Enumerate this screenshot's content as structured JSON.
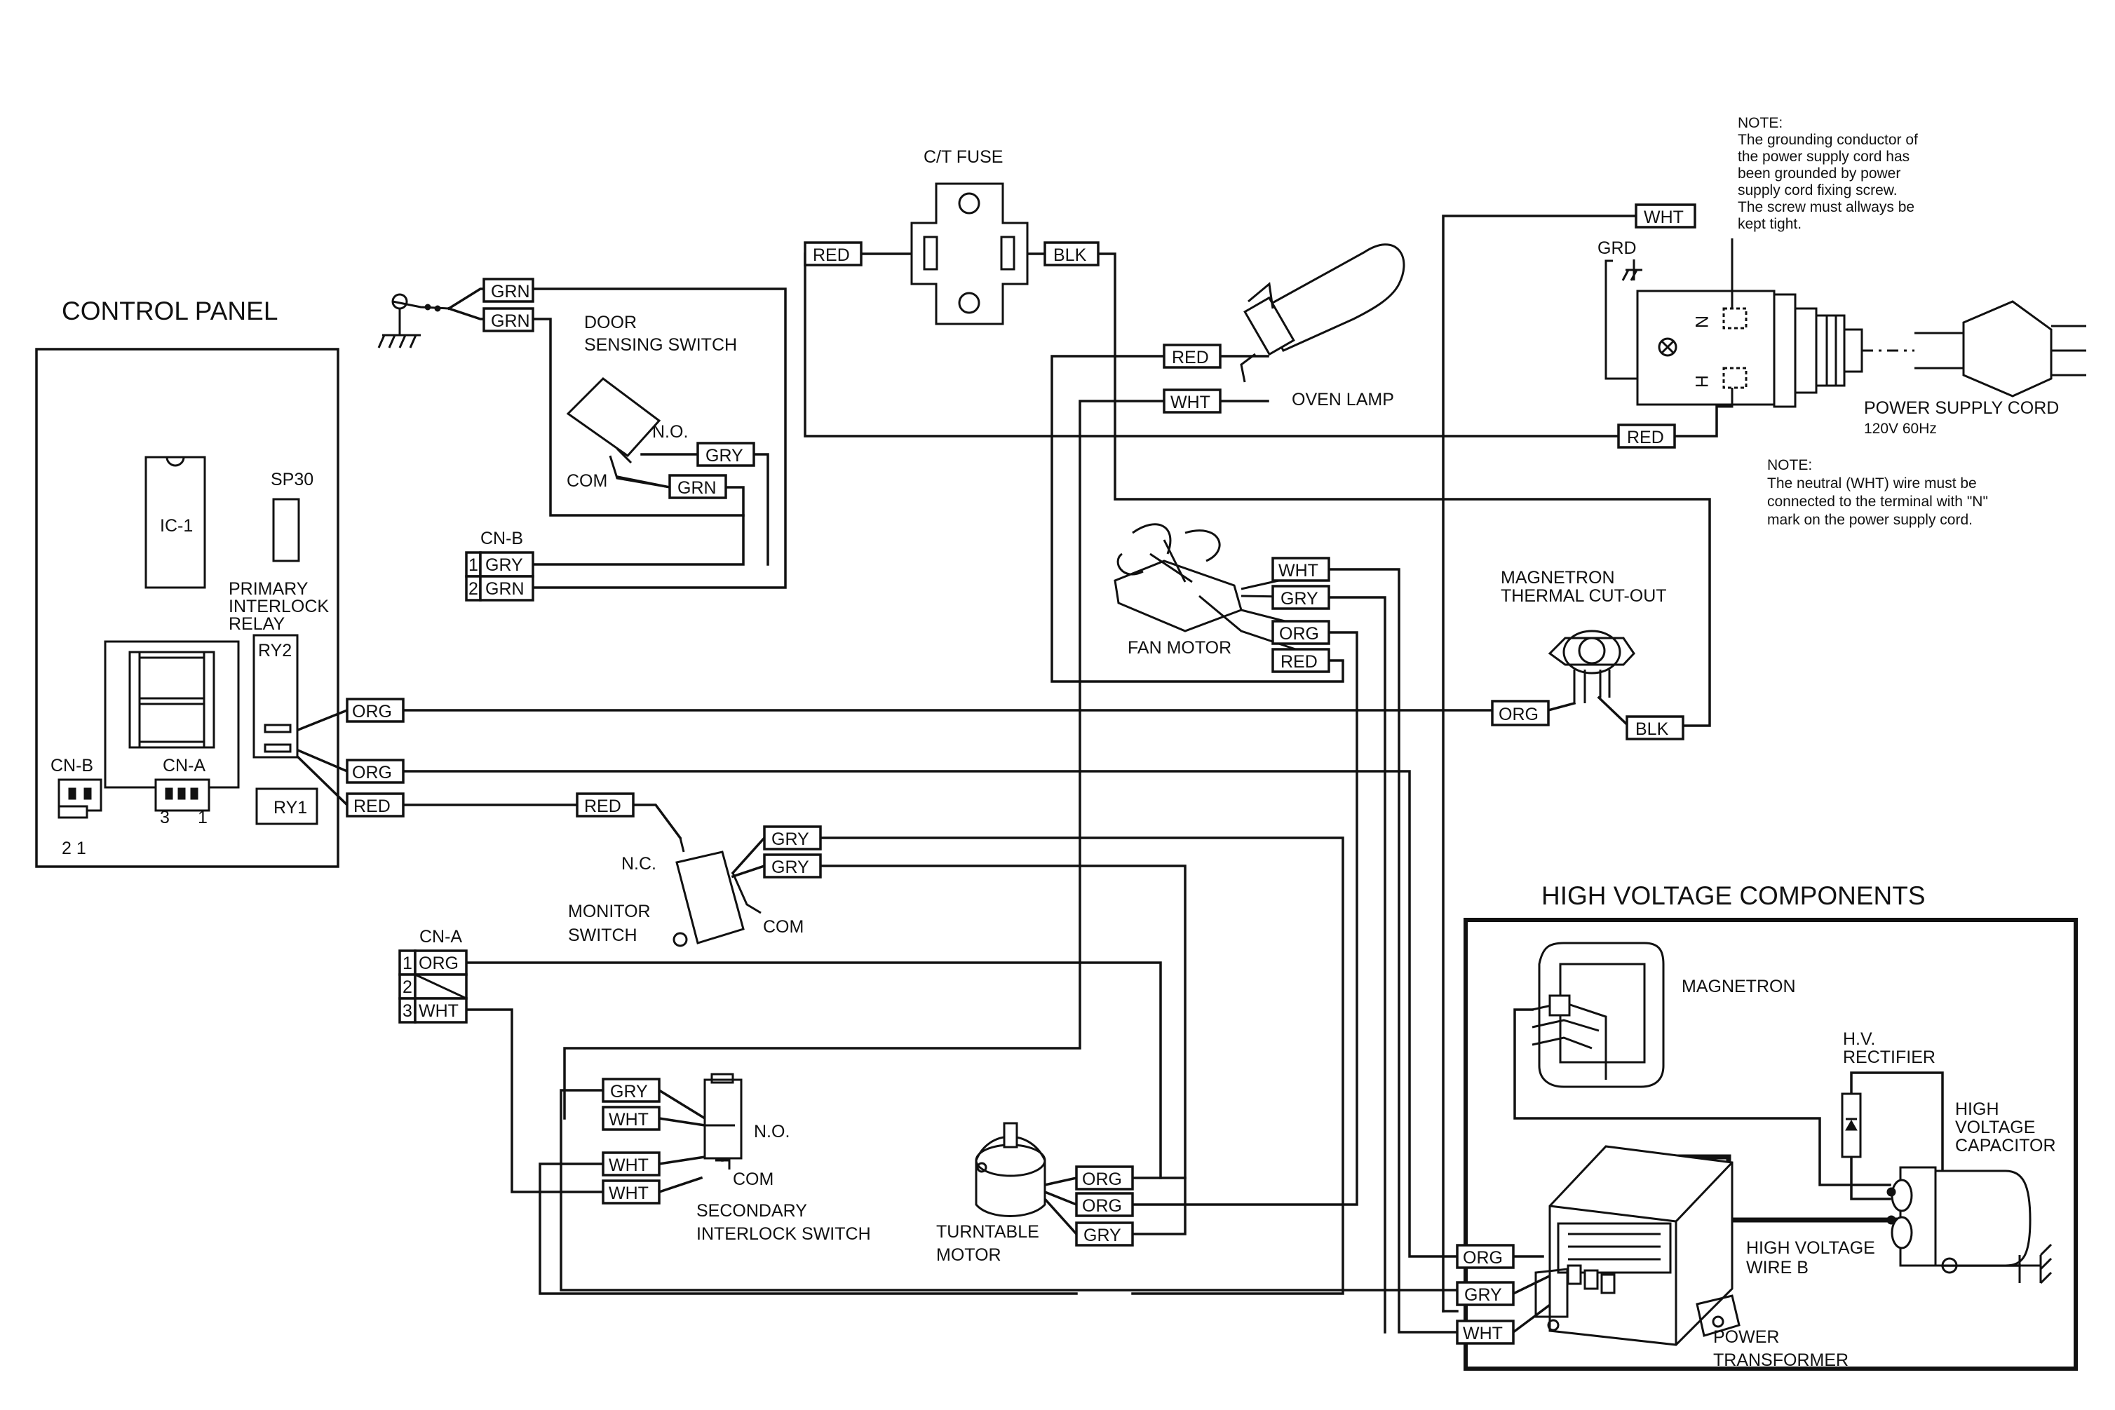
{
  "headings": {
    "control_panel": "CONTROL PANEL",
    "high_voltage": "HIGH VOLTAGE COMPONENTS"
  },
  "components": {
    "ic1": "IC-1",
    "sp30": "SP30",
    "primary_relay": [
      "PRIMARY",
      "INTERLOCK",
      "RELAY"
    ],
    "ry2": "RY2",
    "ry1": "RY1",
    "cnb_panel": "CN-B",
    "cnb_pins": "2   1",
    "cna_panel": "CN-A",
    "cna_pins_left": "3",
    "cna_pins_right": "1",
    "ct_fuse": "C/T FUSE",
    "door_switch": [
      "DOOR",
      "SENSING SWITCH"
    ],
    "no_1": "N.O.",
    "com_1": "COM",
    "cnb_block": "CN-B",
    "oven_lamp": "OVEN LAMP",
    "fan_motor": "FAN MOTOR",
    "mag_cutout": [
      "MAGNETRON",
      "THERMAL CUT-OUT"
    ],
    "monitor_switch": [
      "MONITOR",
      "SWITCH"
    ],
    "nc_2": "N.C.",
    "com_2": "COM",
    "cna_block": "CN-A",
    "secondary_switch": [
      "SECONDARY",
      "INTERLOCK SWITCH"
    ],
    "no_3": "N.O.",
    "com_3": "COM",
    "turntable": [
      "TURNTABLE",
      "MOTOR"
    ],
    "grd": "GRD",
    "n_mark": "N",
    "h_mark": "H",
    "power_cord": [
      "POWER SUPPLY CORD",
      "120V 60Hz"
    ],
    "magnetron": "MAGNETRON",
    "hv_rectifier": [
      "H.V.",
      "RECTIFIER"
    ],
    "hv_capacitor": [
      "HIGH",
      "VOLTAGE",
      "CAPACITOR"
    ],
    "hv_wire": [
      "HIGH VOLTAGE",
      "WIRE B"
    ],
    "transformer": [
      "POWER",
      "TRANSFORMER"
    ]
  },
  "notes": {
    "ground": [
      "NOTE:",
      "The grounding conductor of",
      "the power supply cord has",
      "been grounded by power",
      "supply cord fixing screw.",
      "The screw must allways  be",
      "kept tight."
    ],
    "neutral": [
      "NOTE:",
      "The neutral (WHT) wire must be",
      "connected to the terminal with \"N\"",
      "mark on the power    supply cord."
    ]
  },
  "wire_tags": {
    "grn_top": "GRN",
    "grn_2": "GRN",
    "gry_ds": "GRY",
    "grn_ds": "GRN",
    "cnb_1": "1",
    "cnb_gry": "GRY",
    "cnb_2": "2",
    "cnb_grn": "GRN",
    "red_fuse": "RED",
    "blk_fuse": "BLK",
    "red_lamp": "RED",
    "wht_lamp": "WHT",
    "wht_cord": "WHT",
    "red_cord": "RED",
    "wht_fan": "WHT",
    "gry_fan": "GRY",
    "org_fan": "ORG",
    "red_fan": "RED",
    "org_cut": "ORG",
    "blk_cut": "BLK",
    "org_ry2a": "ORG",
    "org_ry2b": "ORG",
    "red_ry2": "RED",
    "red_mon": "RED",
    "gry_mon1": "GRY",
    "gry_mon2": "GRY",
    "cna_1": "1",
    "cna_org": "ORG",
    "cna_2": "2",
    "cna_3": "3",
    "cna_wht": "WHT",
    "gry_sec": "GRY",
    "wht_sec1": "WHT",
    "wht_sec2": "WHT",
    "wht_sec3": "WHT",
    "org_tt1": "ORG",
    "org_tt2": "ORG",
    "gry_tt": "GRY",
    "org_tr": "ORG",
    "gry_tr": "GRY",
    "wht_tr": "WHT"
  },
  "colors": {
    "ink": "#111111",
    "paper": "#ffffff"
  }
}
